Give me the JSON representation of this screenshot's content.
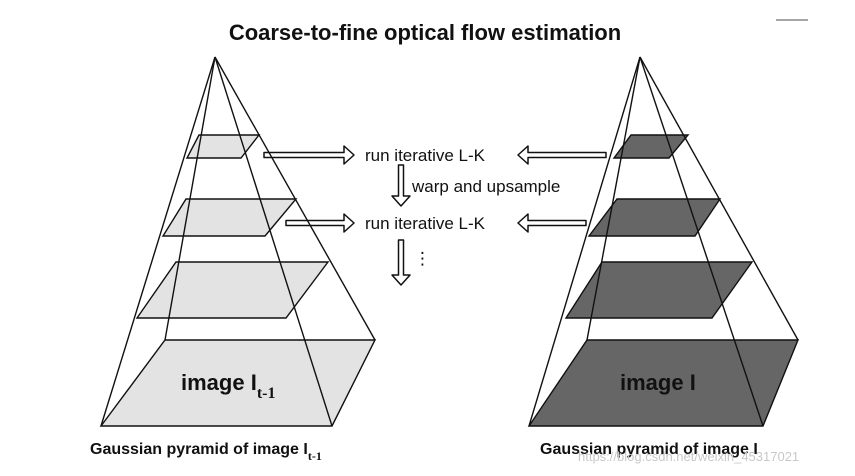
{
  "title": "Coarse-to-fine optical flow estimation",
  "steps": {
    "lk_1": "run iterative L-K",
    "warp": "warp and upsample",
    "lk_2": "run iterative L-K",
    "ellipsis": "⋮"
  },
  "left_pyramid": {
    "image_label_main": "image I",
    "image_label_sub": "t-1",
    "caption_main": "Gaussian pyramid of image I",
    "caption_sub": "t-1",
    "level_fill": "#e3e3e3"
  },
  "right_pyramid": {
    "image_label": "image I",
    "caption": "Gaussian pyramid of image I",
    "level_fill": "#666666"
  },
  "watermark": "https://blog.csdn.net/weixin_45317021"
}
